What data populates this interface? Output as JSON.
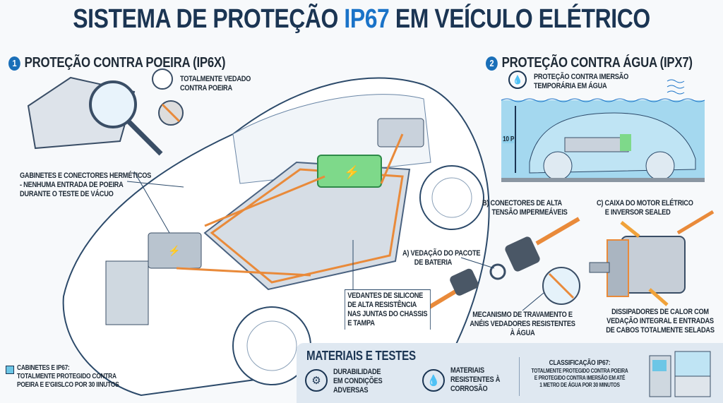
{
  "title": {
    "pre": "SISTEMA DE PROTEÇÃO ",
    "highlight": "IP67",
    "post": " EM VEÍCULO ELÉTRICO"
  },
  "section1": {
    "number": "1",
    "heading": "PROTEÇÃO CONTRA POEIRA (IP6X)",
    "badge": "TOTALMENTE VEDADO CONTRA POEIRA",
    "callout": [
      "GABINETES E CONECTORES HERMÉTICOS",
      "- NENHUMA ENTRADA DE POEIRA",
      "DURANTE O TESTE DE VÁCUO"
    ]
  },
  "section2": {
    "number": "2",
    "heading": "PROTEÇÃO CONTRA ÁGUA (IPX7)",
    "badge": [
      "PROTEÇÃO CONTRA IMERSÃO",
      "TEMPORÁRIA EM ÁGUA"
    ],
    "depth_label": "10 P"
  },
  "callouts": {
    "a": [
      "a) VEDAÇÃO DO PACOTE",
      "DE BATERIA"
    ],
    "b": [
      "b) CONECTORES DE ALTA",
      "TENSÃO IMPERMEÁVEIS"
    ],
    "c": [
      "c) CAIXA DO MOTOR ELÉTRICO",
      "E INVERSOR SEALED"
    ],
    "seals": [
      "VEDANTES DE SILICONE",
      "DE ALTA RESISTÊNCIA",
      "NAS JUNTAS DO CHASSIS",
      "E TAMPA"
    ],
    "lock": [
      "MECANISMO DE TRAVAMENTO E",
      "ANÉIS VEDADORES RESISTENTES",
      "À ÁGUA"
    ],
    "heat": [
      "DISSIPADORES DE CALOR COM",
      "VEDAÇÃO INTEGRAL E ENTRADAS",
      "DE CABOS TOTALMENTE SELADAS"
    ]
  },
  "legend": [
    "CABINETES E IP67:",
    "TOTALMENTE PROTEGIDO CONTRA",
    "POEIRA E E'GIISLCO POR 30 IINUTOS"
  ],
  "materials": {
    "heading": "MATERIAIS E TESTES",
    "items": [
      {
        "icon": "gear-icon",
        "label": [
          "DURABILIDADE",
          "EM CONDIÇÕES",
          "ADVERSAS"
        ]
      },
      {
        "icon": "water-drop-icon",
        "label": [
          "MATERIAIS",
          "RESISTENTES À",
          "CORROSÃO"
        ]
      }
    ],
    "classification": {
      "title": "CLASSIFICAÇÃO IP67:",
      "lines": [
        "TOTALMENTE PROTEGIDO CONTRA POEIRA",
        "E PROTEGIDO CONTRA IMERSÃO EM ATÉ",
        "1 METRO DE ÁGUA POR 30 MINUTOS"
      ]
    }
  },
  "colors": {
    "navy": "#1b3553",
    "accent": "#1a73c8",
    "orange": "#e98a3a",
    "green": "#7ed98a",
    "water": "#8fd0ec"
  }
}
